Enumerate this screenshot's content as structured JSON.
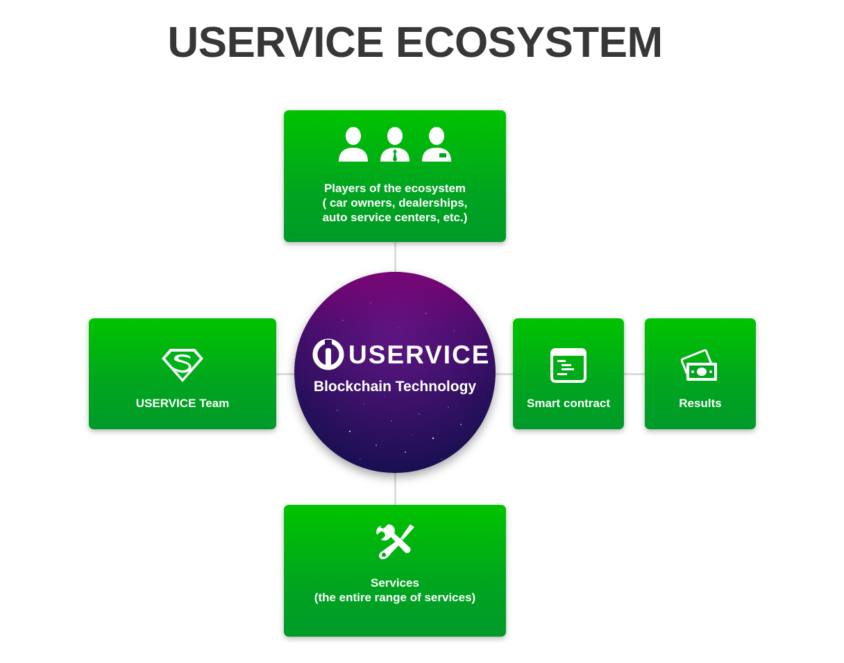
{
  "title": "USERVICE ECOSYSTEM",
  "hub": {
    "brand": "USERVICE",
    "subtitle": "Blockchain Technology"
  },
  "nodes": {
    "players": {
      "label": "Players of the ecosystem\n( car owners, dealerships,\nauto service centers, etc.)",
      "icon": "people-icon"
    },
    "team": {
      "label": "USERVICE Team",
      "icon": "superman-shield-icon"
    },
    "smart_contract": {
      "label": "Smart contract",
      "icon": "window-document-icon"
    },
    "results": {
      "label": "Results",
      "icon": "money-icon"
    },
    "services": {
      "label": "Services\n(the entire range of services)",
      "icon": "wrench-screwdriver-icon"
    }
  },
  "colors": {
    "node_green": "#00b21a",
    "hub_purple": "#3a1168",
    "title_gray": "#373737",
    "connector": "#dcdcdc"
  }
}
